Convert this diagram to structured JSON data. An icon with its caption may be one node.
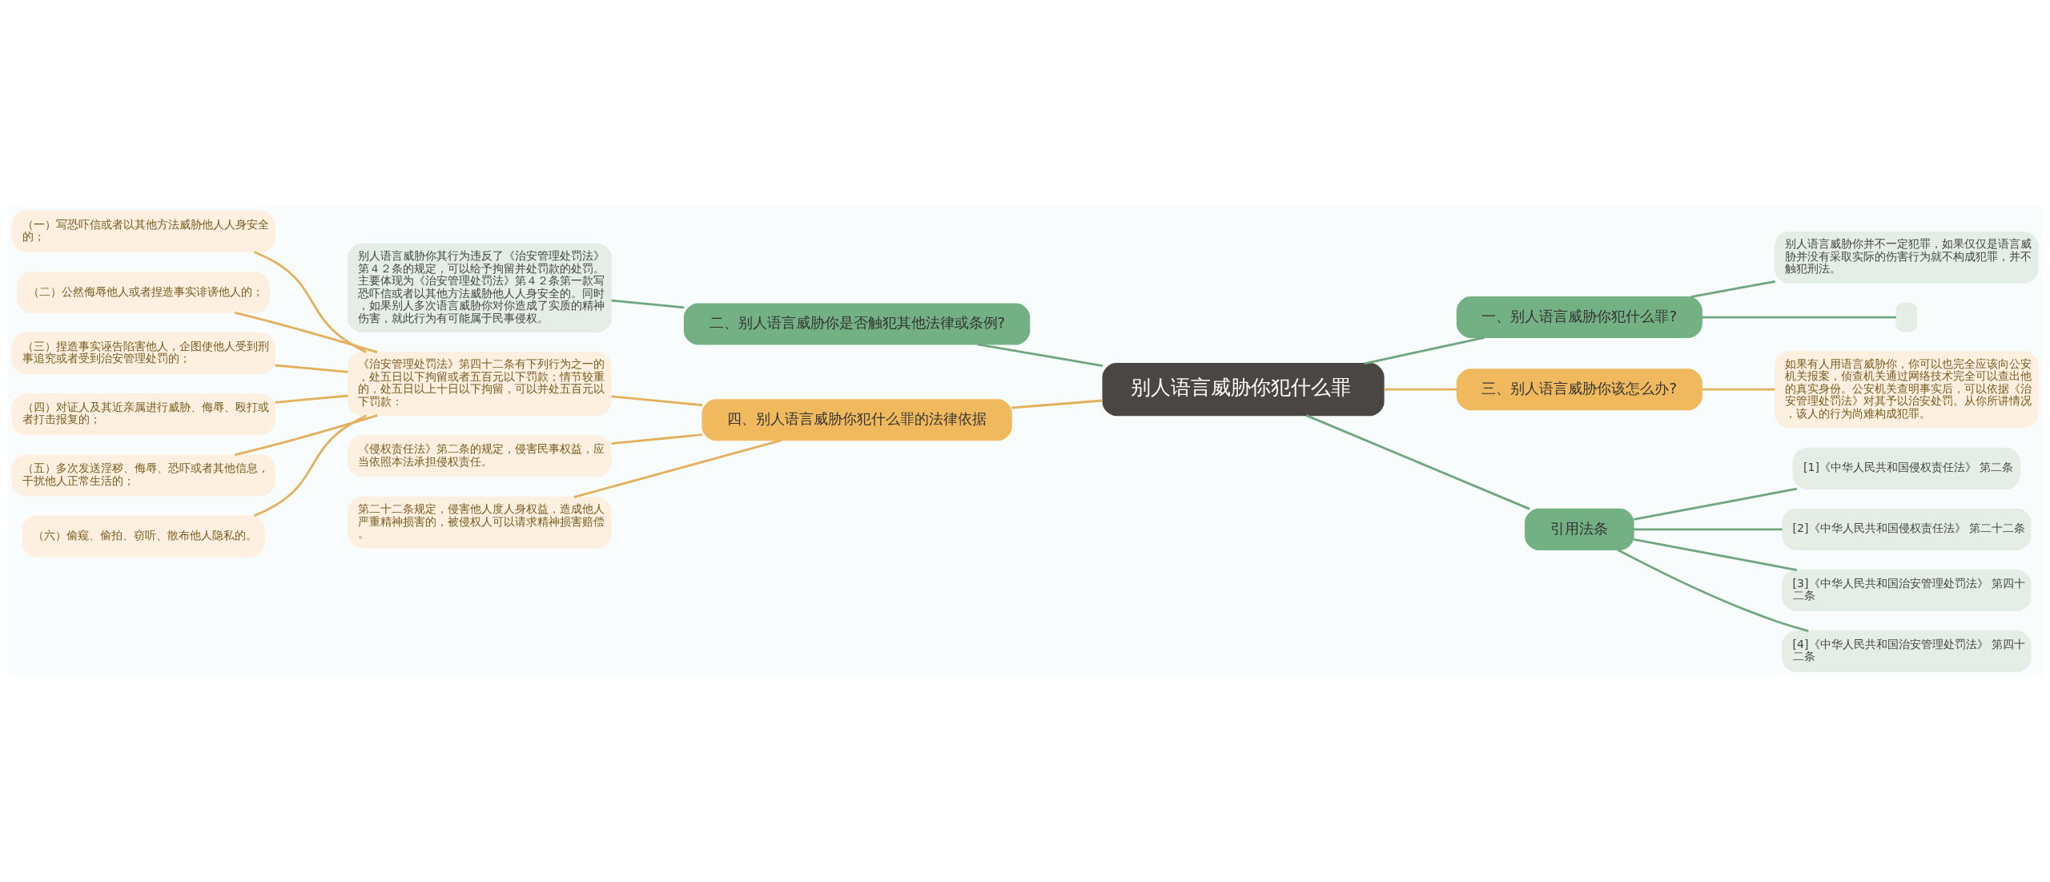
{
  "diagram": {
    "nodes": [
      {
        "text": [
          "别人语言威胁你犯什么罪"
        ]
      },
      {
        "text": [
          "一、别人语言威胁你犯什么罪?"
        ]
      },
      {
        "text": [
          "别人语言威胁你并不一定犯罪，如果仅仅是语言威胁并没有采取实际的伤害行为就不构成犯罪，并不触犯刑法。"
        ]
      },
      {
        "text": [],
        "shape": "box"
      },
      {
        "text": [
          "三、别人语言威胁你该怎么办?"
        ]
      },
      {
        "text": [
          "如果有人用语言威胁你，你可以也完全应该向公安机关报案，侦查机关通过网络技术完全可以查出他的真实身份。公安机关查明事实后，可以依据《治安管理处罚法》对其予以治安处罚。从你所讲情况，该人的行为尚难构成犯罪。"
        ]
      },
      {
        "text": [
          "引用法条"
        ]
      },
      {
        "text": [
          "[1]《中华人民共和国侵权责任法》 第二条"
        ]
      },
      {
        "text": [
          "[2]《中华人民共和国侵权责任法》 第二十二条"
        ]
      },
      {
        "text": [
          "[3]《中华人民共和国治安管理处罚法》 第四十二条"
        ]
      },
      {
        "text": [
          "[4]《中华人民共和国治安管理处罚法》 第四十二条"
        ]
      },
      {
        "text": [
          "二、别人语言威胁你是否触犯其他法律或条例?"
        ]
      },
      {
        "text": [
          "别人语言威胁你其行为违反了《治安管理处罚法》第４２条的规定，可以给予拘留并处罚款的处罚。主要体现为《治安管理处罚法》第４２条第一款写恐吓信或者以其他方法威胁他人人身安全的。同时，如果别人多次语言威胁你对你造成了实质的精神伤害，就此行为有可能属于民事侵权。"
        ]
      },
      {
        "text": [
          "四、别人语言威胁你犯什么罪的法律依据"
        ]
      },
      {
        "text": [
          "《治安管理处罚法》第四十二条有下列行为之一的，处五日以下拘留或者五百元以下罚款；情节较重的，处五日以上十日以下拘留，可以并处五百元以下罚款："
        ]
      },
      {
        "text": [
          "（一）写恐吓信或者以其他方法威胁他人人身安全的；"
        ]
      },
      {
        "text": [
          "（二）公然侮辱他人或者捏造事实诽谤他人的；"
        ]
      },
      {
        "text": [
          "（三）捏造事实诬告陷害他人，企图使他人受到刑事追究或者受到治安管理处罚的；"
        ]
      },
      {
        "text": [
          "（四）对证人及其近亲属进行威胁、侮辱、殴打或者打击报复的；"
        ]
      },
      {
        "text": [
          "（五）多次发送淫秽、侮辱、恐吓或者其他信息，干扰他人正常生活的；"
        ]
      },
      {
        "text": [
          "（六）偷窥、偷拍、窃听、散布他人隐私的。"
        ]
      },
      {
        "text": [
          "《侵权责任法》第二条的规定，侵害民事权益，应当依照本法承担侵权责任。"
        ]
      },
      {
        "text": [
          "第二十二条规定，侵害他人度人身权益，造成他人严重精神损害的，被侵权人可以请求精神损害赔偿。"
        ]
      }
    ],
    "edges": [
      {
        "from": 0,
        "to": 1,
        "arrow": "none",
        "color": "#6fa57f"
      },
      {
        "from": 1,
        "to": 2,
        "arrow": "none",
        "color": "#6fa57f"
      },
      {
        "from": 1,
        "to": 3,
        "arrow": "none",
        "color": "#6fa57f"
      },
      {
        "from": 0,
        "to": 4,
        "arrow": "none"
      },
      {
        "from": 4,
        "to": 5,
        "arrow": "none"
      },
      {
        "from": 0,
        "to": 6,
        "arrow": "none",
        "color": "#6fa57f"
      },
      {
        "from": 6,
        "to": 7,
        "arrow": "none",
        "color": "#6fa57f"
      },
      {
        "from": 6,
        "to": 8,
        "arrow": "none",
        "color": "#6fa57f"
      },
      {
        "from": 6,
        "to": 9,
        "arrow": "none",
        "color": "#6fa57f"
      },
      {
        "from": 6,
        "to": 10,
        "arrow": "none",
        "color": "#6fa57f"
      },
      {
        "from": 0,
        "to": 11,
        "arrow": "none",
        "color": "#6fa57f"
      },
      {
        "from": 11,
        "to": 12,
        "arrow": "none",
        "color": "#6fa57f"
      },
      {
        "from": 0,
        "to": 13,
        "arrow": "none"
      },
      {
        "from": 13,
        "to": 14,
        "arrow": "none"
      },
      {
        "from": 14,
        "to": 15,
        "arrow": "none"
      },
      {
        "from": 14,
        "to": 16,
        "arrow": "none"
      },
      {
        "from": 14,
        "to": 17,
        "arrow": "none"
      },
      {
        "from": 14,
        "to": 18,
        "arrow": "none"
      },
      {
        "from": 14,
        "to": 19,
        "arrow": "none"
      },
      {
        "from": 14,
        "to": 20,
        "arrow": "none"
      },
      {
        "from": 13,
        "to": 21,
        "arrow": "none"
      },
      {
        "from": 13,
        "to": 22,
        "arrow": "none"
      }
    ]
  }
}
